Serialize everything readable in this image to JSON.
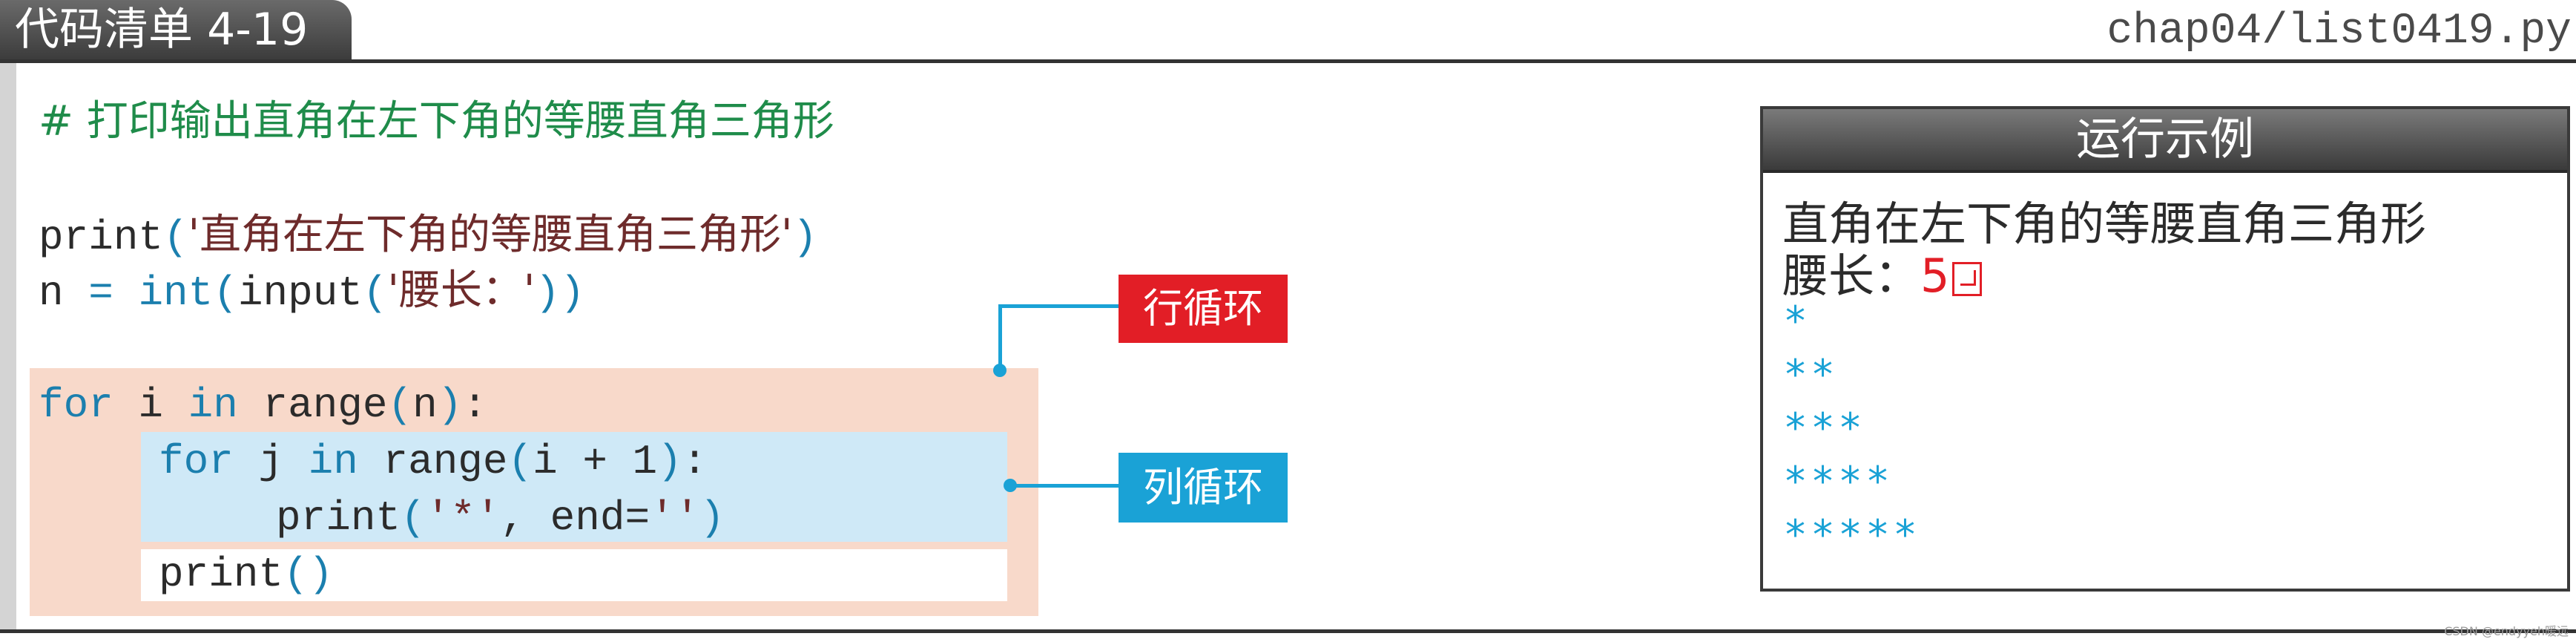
{
  "header": {
    "title": "代码清单 4-19",
    "file_path": "chap04/list0419.py"
  },
  "code": {
    "comment": "# 打印输出直角在左下角的等腰直角三角形",
    "line2": {
      "fn": "print",
      "open": "(",
      "str": "'直角在左下角的等腰直角三角形'",
      "close": ")"
    },
    "line3": {
      "var": "n",
      "eq": " = ",
      "int": "int",
      "open1": "(",
      "input": "input",
      "open2": "(",
      "str": "'腰长：'",
      "close": "))"
    },
    "line4": {
      "kw_for": "for",
      "var": " i ",
      "kw_in": "in",
      "range": " range",
      "open": "(",
      "arg": "n",
      "close": ")",
      "colon": ":"
    },
    "line5": {
      "kw_for": "for",
      "var": " j ",
      "kw_in": "in",
      "range": " range",
      "open": "(",
      "arg": "i + 1",
      "close": ")",
      "colon": ":"
    },
    "line6": {
      "fn": "print",
      "open": "(",
      "str": "'*'",
      "rest": ", end=",
      "str2": "''",
      "close": ")"
    },
    "line7": {
      "fn": "print",
      "parens": "()"
    }
  },
  "annotations": {
    "row_loop": "行循环",
    "col_loop": "列循环",
    "row_loop_color": "#e21e26",
    "col_loop_color": "#1aa2d6"
  },
  "example": {
    "title": "运行示例",
    "line1": "直角在左下角的等腰直角三角形",
    "prompt": "腰长：",
    "input": "5",
    "stars": [
      "*",
      "**",
      "***",
      "****",
      "*****"
    ]
  },
  "watermark": "CSDN @endyyeh暖远"
}
